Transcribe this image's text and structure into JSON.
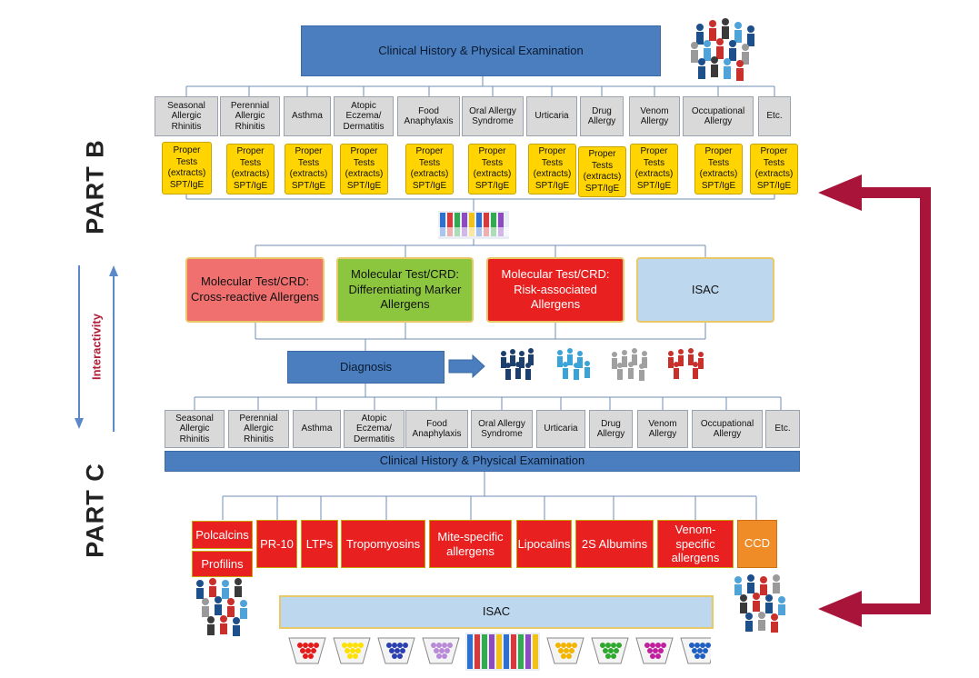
{
  "top_exam": {
    "label": "Clinical History & Physical Examination"
  },
  "part_b_conditions": [
    "Seasonal Allergic Rhinitis",
    "Perennial Allergic Rhinitis",
    "Asthma",
    "Atopic Eczema/ Dermatitis",
    "Food Anaphylaxis",
    "Oral Allergy Syndrome",
    "Urticaria",
    "Drug Allergy",
    "Venom Allergy",
    "Occupational Allergy",
    "Etc."
  ],
  "proper_tests": "Proper Tests (extracts) SPT/IgE",
  "molecular_tests": [
    {
      "label": "Molecular Test/CRD: Cross-reactive Allergens",
      "color": "#f07070"
    },
    {
      "label": "Molecular Test/CRD: Differentiating Marker Allergens",
      "color": "#8cc63f"
    },
    {
      "label": "Molecular Test/CRD: Risk-associated Allergens",
      "color": "#e82020"
    },
    {
      "label": "ISAC",
      "color": "#bcd7ee"
    }
  ],
  "diagnosis": {
    "label": "Diagnosis"
  },
  "part_c_conditions": [
    "Seasonal Allergic Rhinitis",
    "Perennial Allergic Rhinitis",
    "Asthma",
    "Atopic Eczema/ Dermatitis",
    "Food Anaphylaxis",
    "Oral Allergy Syndrome",
    "Urticaria",
    "Drug Allergy",
    "Venom Allergy",
    "Occupational Allergy",
    "Etc."
  ],
  "bottom_exam": {
    "label": "Clinical History & Physical Examination"
  },
  "allergen_families": {
    "polcalcins": "Polcalcins",
    "profilins": "Profilins",
    "pr10": "PR-10",
    "ltps": "LTPs",
    "tropomyosins": "Tropomyosins",
    "mite": "Mite-specific allergens",
    "lipocalins": "Lipocalins",
    "albumins": "2S Albumins",
    "venom": "Venom-specific allergens",
    "ccd": "CCD"
  },
  "isac_bottom": {
    "label": "ISAC"
  },
  "side_labels": {
    "part_b": "PART B",
    "part_c": "PART C",
    "interactivity": "Interactivity"
  },
  "colors": {
    "main_blue": "#4a7ebf",
    "condition_gray": "#d9d9d9",
    "test_yellow": "#ffd400",
    "chip_red": "#e82020",
    "chip_orange": "#f08c28",
    "isac_blue": "#bcd7ee",
    "feedback_arrow": "#a8143a",
    "connector": "#6f8fb3"
  },
  "bowl_colors": [
    "#e41b1b",
    "#ffe100",
    "#2b3fb0",
    "#b88ad8",
    "#f3b400",
    "#2ea82e",
    "#c21f9e",
    "#1f5fc2"
  ]
}
